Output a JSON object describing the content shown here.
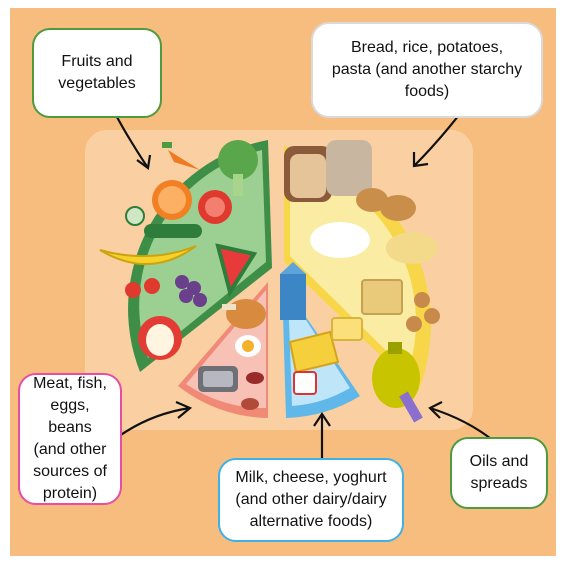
{
  "labels": {
    "fruit_veg": "Fruits and\nvegetables",
    "starchy": "Bread, rice, potatoes,\npasta (and another starchy\nfoods)",
    "protein": "Meat, fish,\neggs, beans\n(and other\nsources of\nprotein)",
    "dairy": "Milk, cheese, yoghurt\n(and other dairy/dairy\nalternative foods)",
    "oils": "Oils and\nspreads"
  },
  "colors": {
    "background": "#f6bd7f",
    "tray": "#fad0a3",
    "fruit_veg_segment": "#3e8e48",
    "starchy_segment": "#f7d64a",
    "protein_segment": "#f4a89a",
    "dairy_segment": "#8ecff0",
    "oils_accent": "#c9c400"
  },
  "icons": [
    "broccoli-icon",
    "carrot-icon",
    "orange-icon",
    "tomato-icon",
    "cucumber-icon",
    "banana-icon",
    "grapes-icon",
    "watermelon-icon",
    "strawberry-icon",
    "apple-icon",
    "bread-icon",
    "potato-icon",
    "rice-icon",
    "pasta-icon",
    "cracker-icon",
    "cereal-icon",
    "chicken-leg-icon",
    "egg-icon",
    "sardine-tin-icon",
    "beans-icon",
    "milk-carton-icon",
    "cheese-icon",
    "butter-icon",
    "yoghurt-icon",
    "oil-bottle-icon"
  ]
}
